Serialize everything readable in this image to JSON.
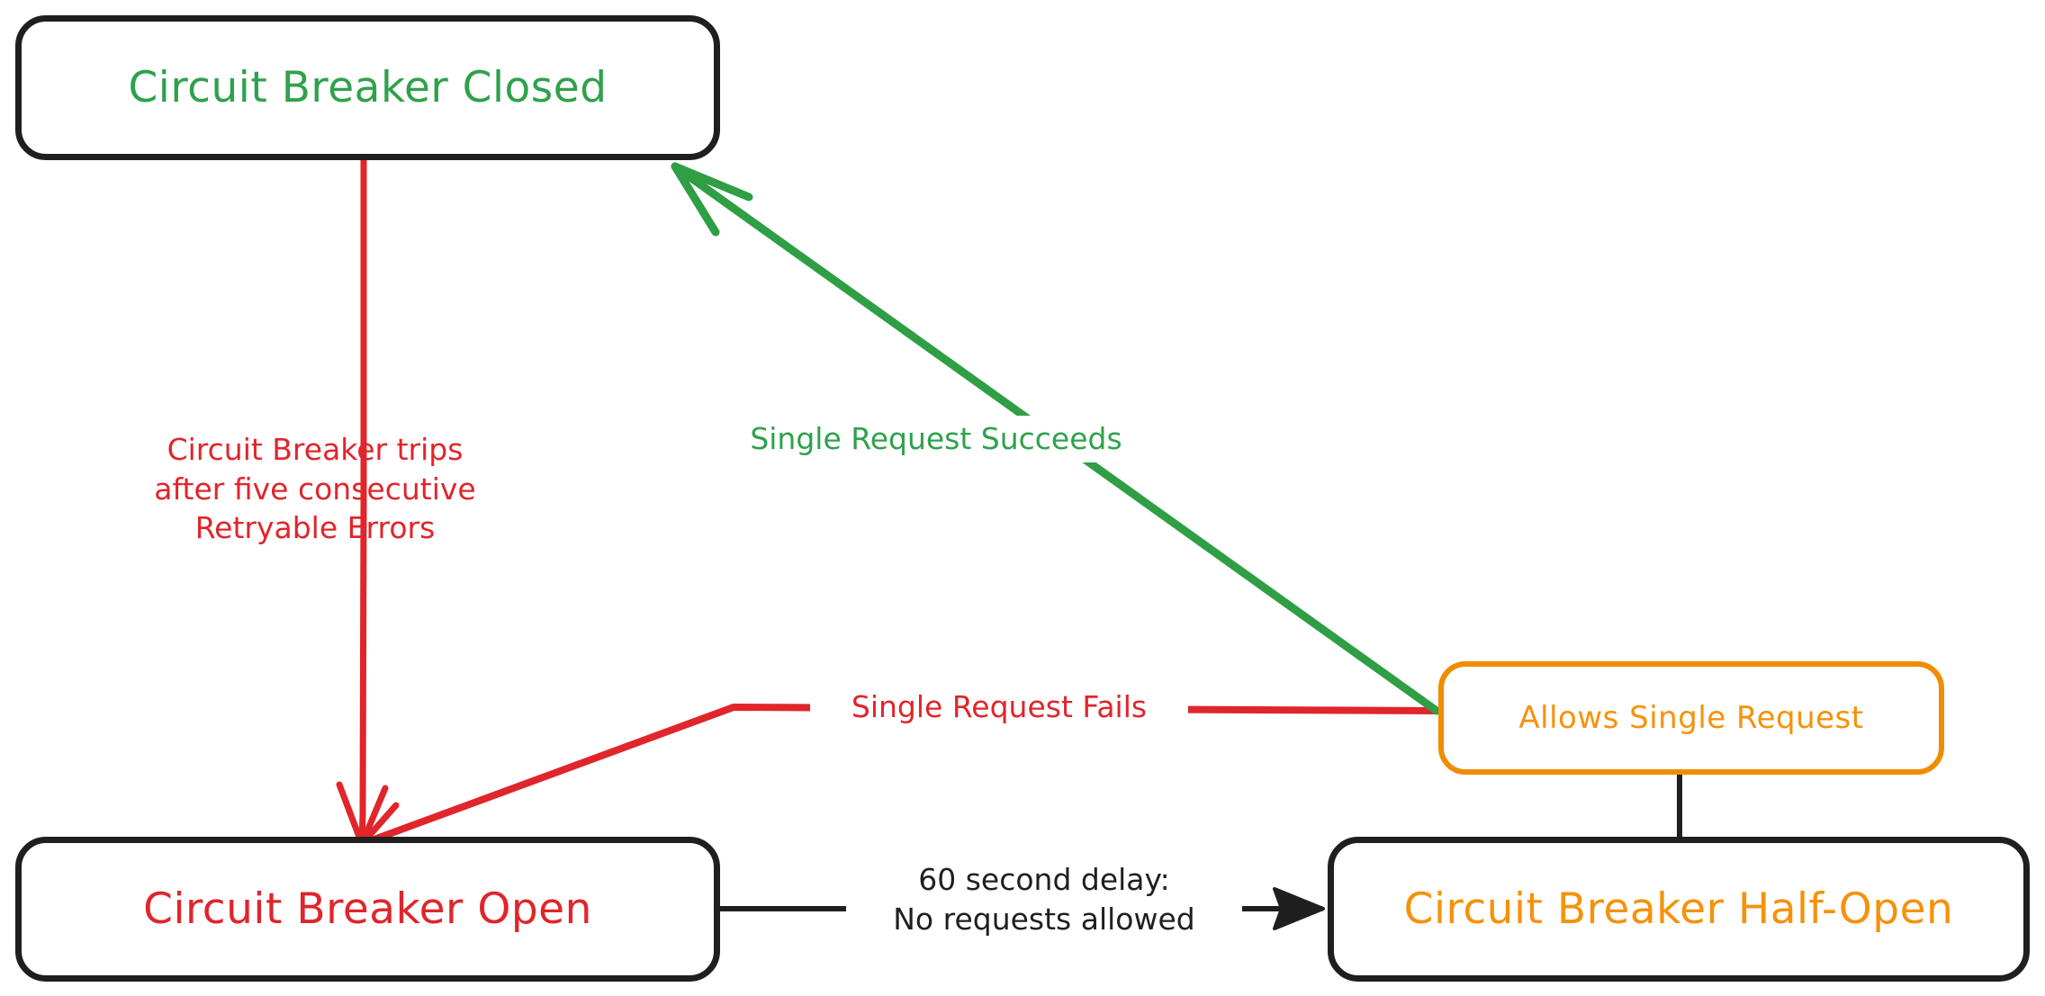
{
  "diagram": {
    "type": "state-diagram",
    "title": "Circuit Breaker State Diagram",
    "colors": {
      "closed": "#2fa14c",
      "open": "#e0252b",
      "half_open": "#f5920b",
      "allows_border": "#f08c00",
      "node_border": "#1f1f1f",
      "background": "#ffffff"
    },
    "nodes": [
      {
        "id": "closed",
        "label": "Circuit Breaker Closed",
        "text_color": "#2fa14c",
        "border_color": "#1f1f1f"
      },
      {
        "id": "open",
        "label": "Circuit Breaker Open",
        "text_color": "#e0252b",
        "border_color": "#1f1f1f"
      },
      {
        "id": "allows",
        "label": "Allows Single Request",
        "text_color": "#f5920b",
        "border_color": "#f08c00"
      },
      {
        "id": "half_open",
        "label": "Circuit Breaker Half-Open",
        "text_color": "#f5920b",
        "border_color": "#1f1f1f"
      }
    ],
    "edges": [
      {
        "id": "closed-to-open",
        "from": "closed",
        "to": "open",
        "label": "Circuit Breaker trips\nafter five consecutive\nRetryable Errors",
        "color": "#e0252b",
        "arrow": true
      },
      {
        "id": "allows-to-closed",
        "from": "allows",
        "to": "closed",
        "label": "Single Request Succeeds",
        "color": "#2fa14c",
        "arrow": true
      },
      {
        "id": "allows-to-open",
        "from": "allows",
        "to": "open",
        "label": "Single Request Fails",
        "color": "#e0252b",
        "arrow": true
      },
      {
        "id": "open-to-halfopen",
        "from": "open",
        "to": "half_open",
        "label": "60 second delay:\nNo requests allowed",
        "color": "#1f1f1f",
        "arrow": true
      },
      {
        "id": "halfopen-to-allows",
        "from": "half_open",
        "to": "allows",
        "label": "",
        "color": "#1f1f1f",
        "arrow": false
      }
    ]
  }
}
